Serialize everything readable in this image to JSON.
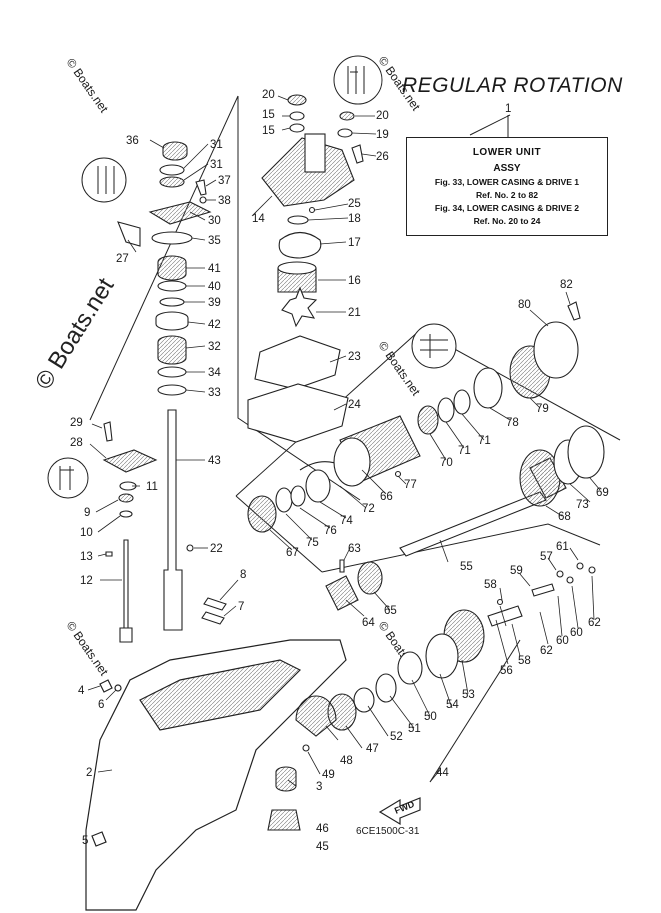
{
  "title": "REGULAR ROTATION",
  "info_box": {
    "line1": "LOWER UNIT",
    "line2": "ASSY",
    "line3": "Fig. 33, LOWER CASING & DRIVE 1",
    "line4": "Ref. No. 2 to 82",
    "line5": "Fig. 34, LOWER CASING & DRIVE 2",
    "line6": "Ref. No. 20 to 24"
  },
  "watermark_side": "© Boats.net",
  "watermark_small": "© Boats.net",
  "fwd_label": "FWD",
  "footer_code": "6CE1500C-31",
  "callouts": {
    "c1": "1",
    "c2": "2",
    "c3": "3",
    "c4": "4",
    "c5": "5",
    "c6": "6",
    "c7": "7",
    "c8": "8",
    "c9": "9",
    "c10": "10",
    "c11": "11",
    "c12": "12",
    "c13": "13",
    "c14": "14",
    "c15a": "15",
    "c15b": "15",
    "c16": "16",
    "c17": "17",
    "c18": "18",
    "c19": "19",
    "c20a": "20",
    "c20b": "20",
    "c21": "21",
    "c22": "22",
    "c23": "23",
    "c24": "24",
    "c25": "25",
    "c26": "26",
    "c27": "27",
    "c28": "28",
    "c29": "29",
    "c30": "30",
    "c31a": "31",
    "c31b": "31",
    "c32": "32",
    "c33": "33",
    "c34": "34",
    "c35": "35",
    "c36": "36",
    "c37": "37",
    "c38": "38",
    "c39": "39",
    "c40": "40",
    "c41": "41",
    "c42": "42",
    "c43": "43",
    "c44": "44",
    "c45": "45",
    "c46": "46",
    "c47": "47",
    "c48": "48",
    "c49": "49",
    "c50": "50",
    "c51": "51",
    "c52": "52",
    "c53": "53",
    "c54": "54",
    "c55": "55",
    "c56": "56",
    "c57": "57",
    "c58a": "58",
    "c58b": "58",
    "c59": "59",
    "c60a": "60",
    "c60b": "60",
    "c61": "61",
    "c62a": "62",
    "c62b": "62",
    "c63": "63",
    "c64": "64",
    "c65": "65",
    "c66": "66",
    "c67": "67",
    "c68": "68",
    "c69": "69",
    "c70": "70",
    "c71a": "71",
    "c71b": "71",
    "c72": "72",
    "c73": "73",
    "c74": "74",
    "c75": "75",
    "c76": "76",
    "c77": "77",
    "c78": "78",
    "c79": "79",
    "c80": "80",
    "c82": "82"
  }
}
